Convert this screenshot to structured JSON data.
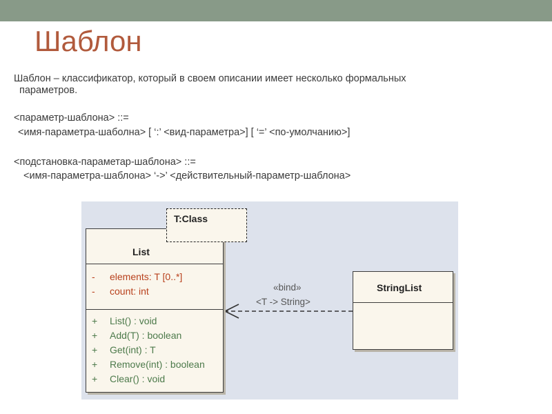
{
  "slide": {
    "title": "Шаблон",
    "intro_line1": "Шаблон – классификатор, который в своем описании имеет несколько формальных",
    "intro_line2": "параметров.",
    "grammar": [
      "<параметр-шаблона> ::=",
      "<имя-параметра-шаболна> [ ‘:’ <вид-параметра>] [ ‘=’ <по-умолчанию>]",
      "<подстановка-параметар-шаблона> ::=",
      "<имя-параметра-шаблона> ‘->’ <действительный-параметр-шаблона>"
    ]
  },
  "diagram": {
    "template_param": "T:Class",
    "list_class": {
      "name": "List",
      "attributes": [
        {
          "visibility": "-",
          "text": "elements:  T [0..*]"
        },
        {
          "visibility": "-",
          "text": "count:  int"
        }
      ],
      "operations": [
        {
          "visibility": "+",
          "text": "List() : void"
        },
        {
          "visibility": "+",
          "text": "Add(T) : boolean"
        },
        {
          "visibility": "+",
          "text": "Get(int) : T"
        },
        {
          "visibility": "+",
          "text": "Remove(int) : boolean"
        },
        {
          "visibility": "+",
          "text": "Clear() : void"
        }
      ]
    },
    "stringlist_class": {
      "name": "StringList"
    },
    "binding": {
      "stereotype": "«bind»",
      "substitution": "<T -> String>"
    }
  },
  "colors": {
    "title": "#b15a3c",
    "top_bar": "#889a88",
    "diagram_background": "#dde2ec",
    "class_fill": "#faf6ec",
    "attribute_text": "#b8401c",
    "operation_text": "#4d7a4b"
  }
}
